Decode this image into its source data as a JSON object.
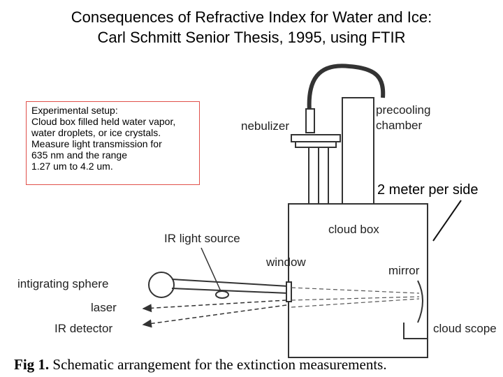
{
  "title": {
    "line1": "Consequences of Refractive Index for Water and Ice:",
    "line2": "Carl Schmitt Senior Thesis, 1995, using FTIR"
  },
  "note": {
    "lines": [
      "Experimental setup:",
      "Cloud box filled held water vapor,",
      "water droplets, or ice crystals.",
      "Measure light transmission for",
      "635 nm and the range",
      "1.27 um to 4.2 um."
    ]
  },
  "labels": {
    "nebulizer": "nebulizer",
    "precooling_1": "precooling",
    "precooling_2": "chamber",
    "size": "2 meter per side",
    "cloud_box": "cloud box",
    "ir_source": "IR light source",
    "window": "window",
    "mirror": "mirror",
    "sphere": "intigrating sphere",
    "laser": "laser",
    "detector": "IR detector",
    "cloud_scope": "cloud scope"
  },
  "caption": {
    "fig": "Fig 1.",
    "text": "Schematic arrangement for the extinction measurements."
  }
}
